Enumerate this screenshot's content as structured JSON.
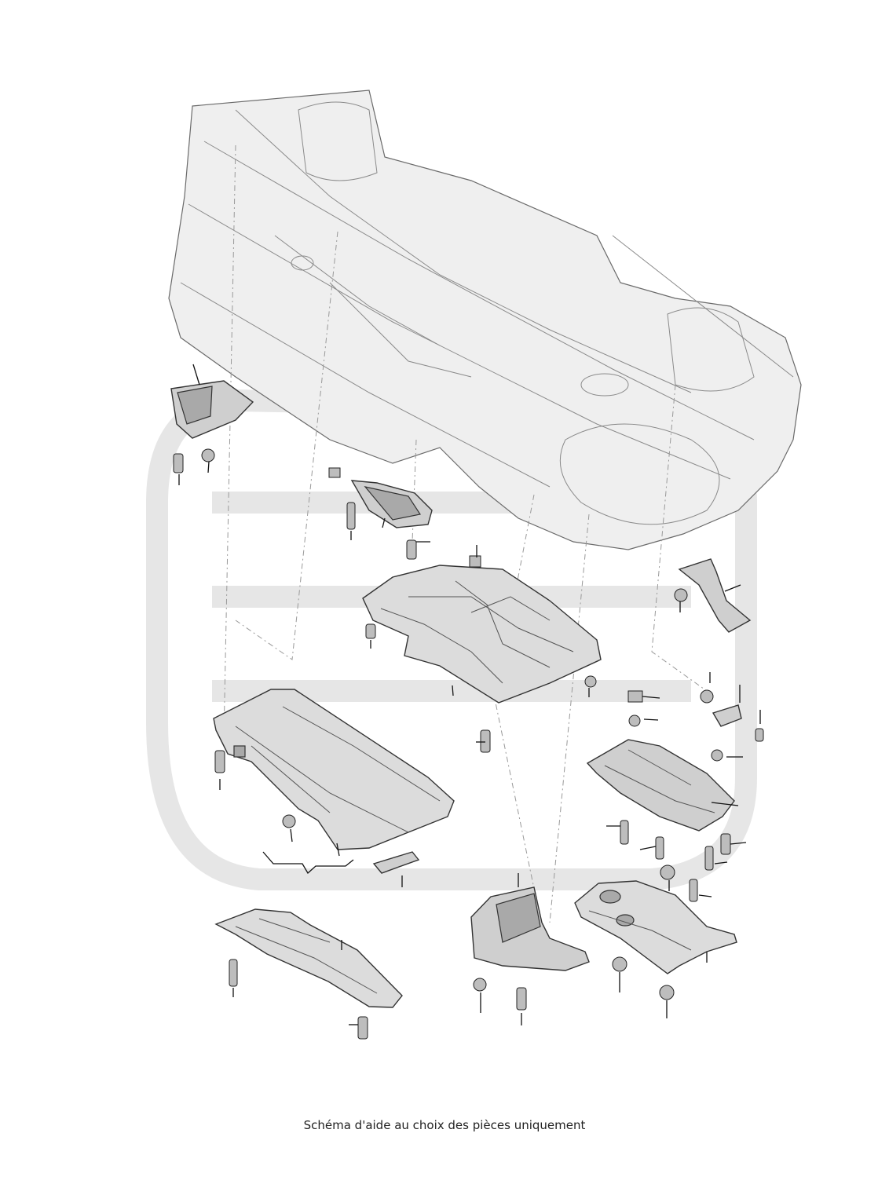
{
  "caption": "Schéma d'aide au choix des pièces uniquement",
  "colors": {
    "background": "#ffffff",
    "line": "#333333",
    "panel_fill": "#cfcfcf",
    "body_fill": "#efefef",
    "watermark": "#e6e6e6"
  },
  "parts": [
    "front-left-wheelhouse-shield",
    "center-small-bracket-plate",
    "center-underbody-panel",
    "left-underbody-panel",
    "left-rear-trim-strip",
    "left-side-sill-panel",
    "right-mounting-bracket",
    "right-rear-underbody-panel",
    "rear-left-wheelhouse-shield",
    "rear-right-underbody-shield"
  ]
}
